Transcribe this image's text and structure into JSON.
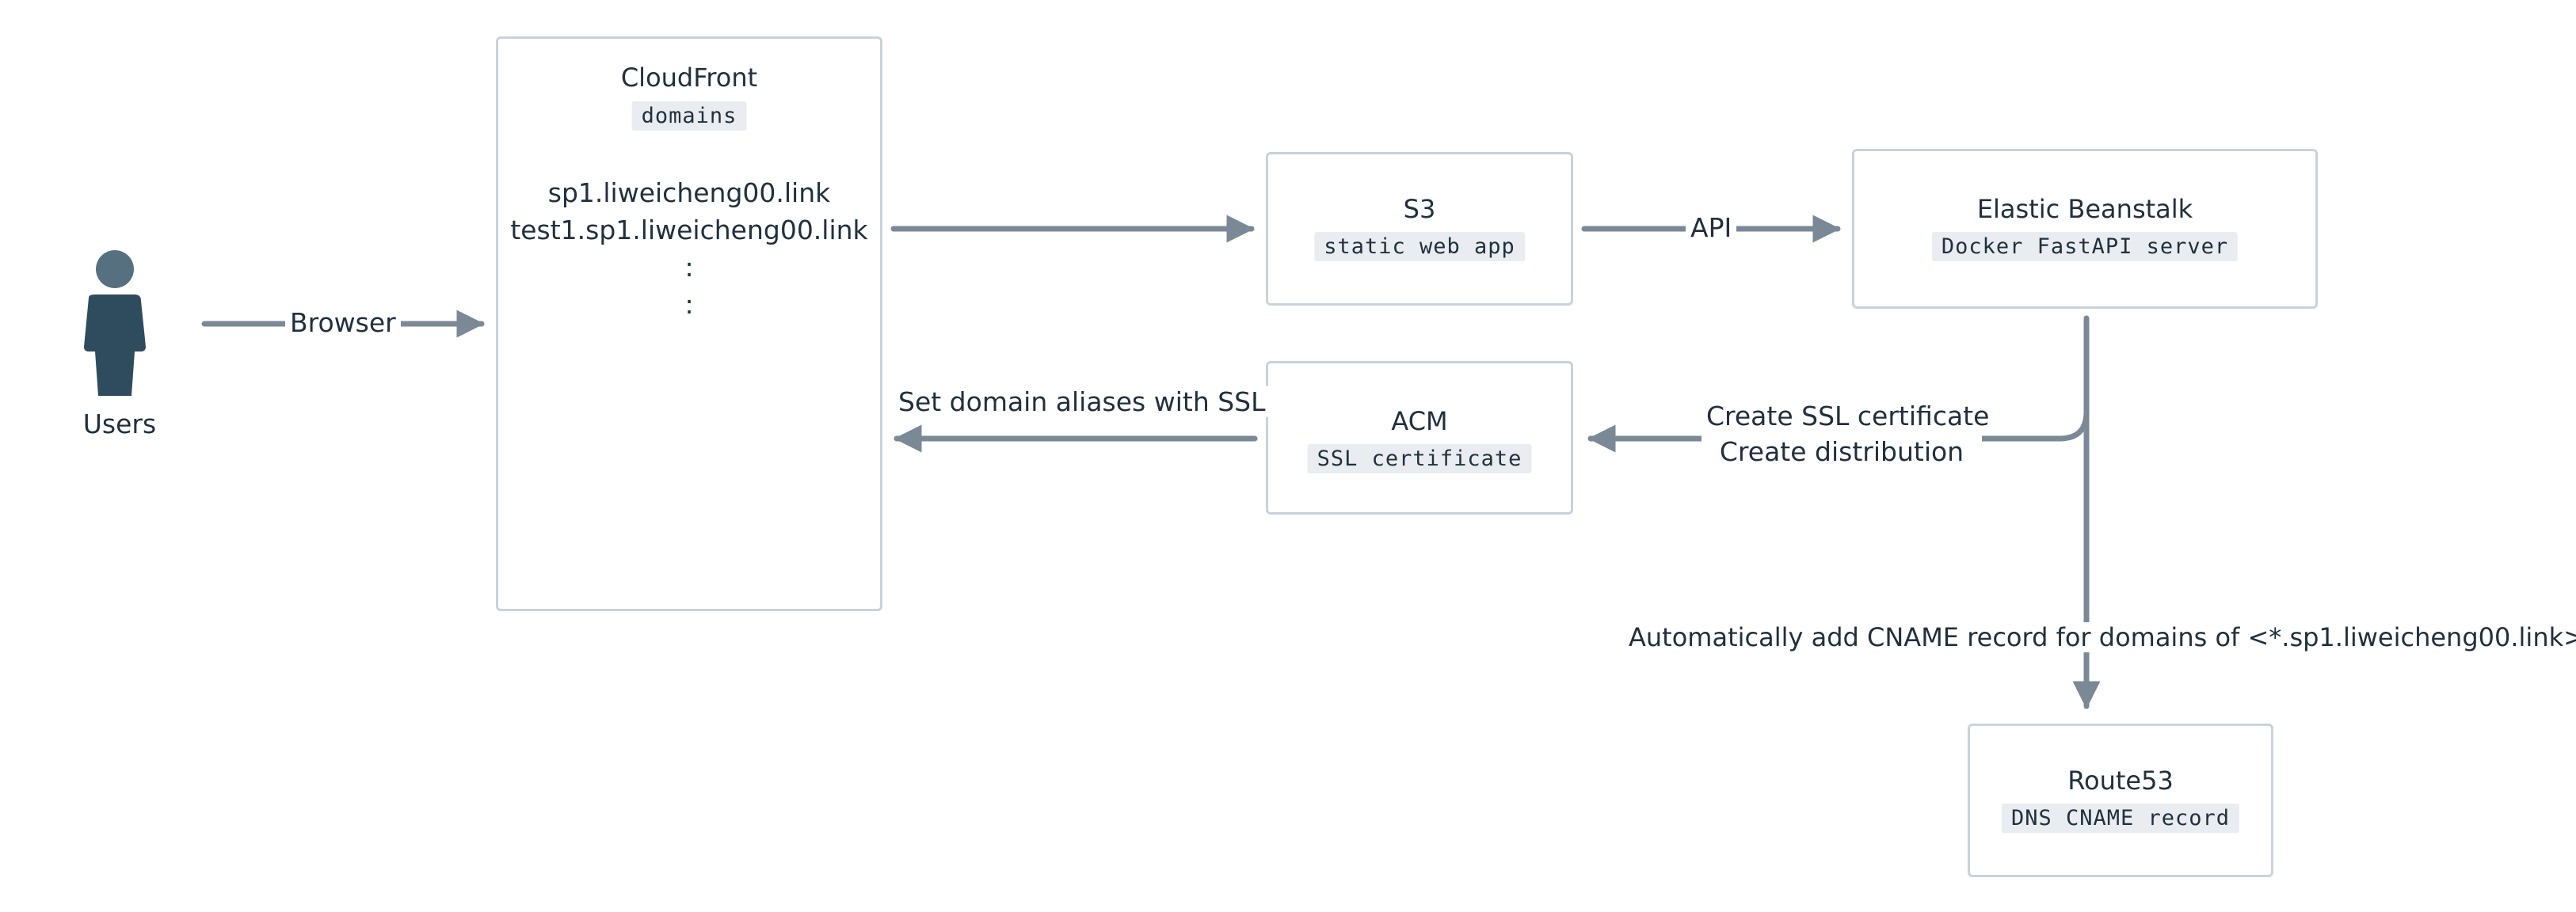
{
  "users": {
    "label": "Users"
  },
  "cloudfront": {
    "title": "CloudFront",
    "subtitle": "domains",
    "domains": [
      "sp1.liweicheng00.link",
      "test1.sp1.liweicheng00.link",
      ":",
      ":"
    ]
  },
  "s3": {
    "title": "S3",
    "subtitle": "static web app"
  },
  "beanstalk": {
    "title": "Elastic Beanstalk",
    "subtitle": "Docker FastAPI server"
  },
  "acm": {
    "title": "ACM",
    "subtitle": "SSL certificate"
  },
  "route53": {
    "title": "Route53",
    "subtitle": "DNS CNAME record"
  },
  "edges": {
    "browser": "Browser",
    "api": "API",
    "set_aliases": "Set domain aliases with SSL",
    "create_ssl": "Create SSL certificate",
    "create_distribution": "Create distribution",
    "cname": "Automatically add CNAME record for domains of <*.sp1.liweicheng00.link>"
  },
  "colors": {
    "arrow": "#7b8896",
    "box_border": "#c9d2dc",
    "icon": "#2f4b5e",
    "code_bg": "#e9edf1"
  }
}
